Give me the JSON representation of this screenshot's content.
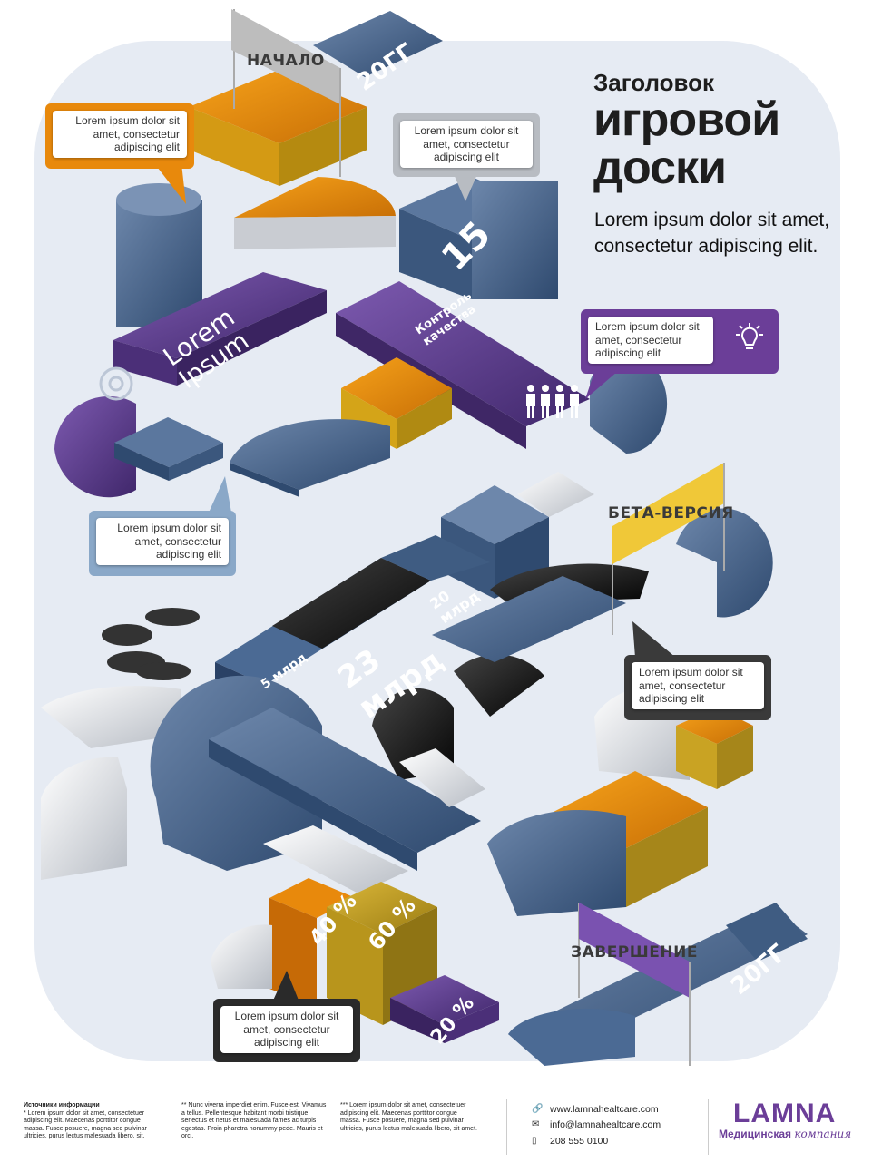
{
  "header": {
    "title_line1": "Заголовок",
    "title_line2": "игровой",
    "title_line3": "доски",
    "subtitle": "Lorem ipsum dolor sit amet, consectetur adipiscing elit."
  },
  "board": {
    "start_label": "НАЧАЛО",
    "beta_label": "БЕТА-ВЕРСИЯ",
    "finish_label": "ЗАВЕРШЕНИЕ",
    "start_year": "20ГГ",
    "finish_year": "20ГГ",
    "quality_number": "15",
    "quality_label": "Контроль качества",
    "lorem_tile": "Lorem Ipsum",
    "revenue_main": "23 млрд",
    "revenue_small": "20 млрд",
    "revenue_tiny": "5 млрд",
    "pct_40": "40 %",
    "pct_60": "60 %",
    "pct_20": "20 %"
  },
  "callouts": [
    {
      "text": "Lorem ipsum dolor sit amet, consectetur adipiscing elit",
      "color": "#e8890c"
    },
    {
      "text": "Lorem ipsum dolor sit amet, consectetur adipiscing elit",
      "color": "#b8bcc2"
    },
    {
      "text": "Lorem ipsum dolor sit amet, consectetur adipiscing elit",
      "color": "#6b3e98"
    },
    {
      "text": "Lorem ipsum dolor sit amet, consectetur adipiscing elit",
      "color": "#8aa8c8"
    },
    {
      "text": "Lorem ipsum dolor sit amet, consectetur adipiscing elit",
      "color": "#3a3a3a"
    },
    {
      "text": "Lorem ipsum dolor sit amet, consectetur adipiscing elit",
      "color": "#2a2a2a"
    }
  ],
  "footer": {
    "sources_title": "Источники информации",
    "source1": "* Lorem ipsum dolor sit amet, consectetuer adipiscing elit. Maecenas porttitor congue massa. Fusce posuere, magna sed pulvinar ultricies, purus lectus malesuada libero, sit.",
    "source2": "** Nunc viverra imperdiet enim. Fusce est. Vivamus a tellus. Pellentesque habitant morbi tristique senectus et netus et malesuada fames ac turpis egestas. Proin pharetra nonummy pede. Mauris et orci.",
    "source3": "*** Lorem ipsum dolor sit amet, consectetuer adipiscing elit. Maecenas porttitor congue massa. Fusce posuere, magna sed pulvinar ultricies, purus lectus malesuada libero, sit amet.",
    "website": "www.lamnahealtcare.com",
    "email": "info@lamnahealtcare.com",
    "phone": "208 555 0100",
    "brand": "LAMNA",
    "brand_sub_1": "Медицинская",
    "brand_sub_2": "компания"
  },
  "colors": {
    "blue": "#3f5c82",
    "purple": "#5b3a8e",
    "orange": "#e8890c",
    "gold": "#c9a323",
    "black": "#111111",
    "grey": "#d9dbe0",
    "background": "#e6ebf3"
  }
}
